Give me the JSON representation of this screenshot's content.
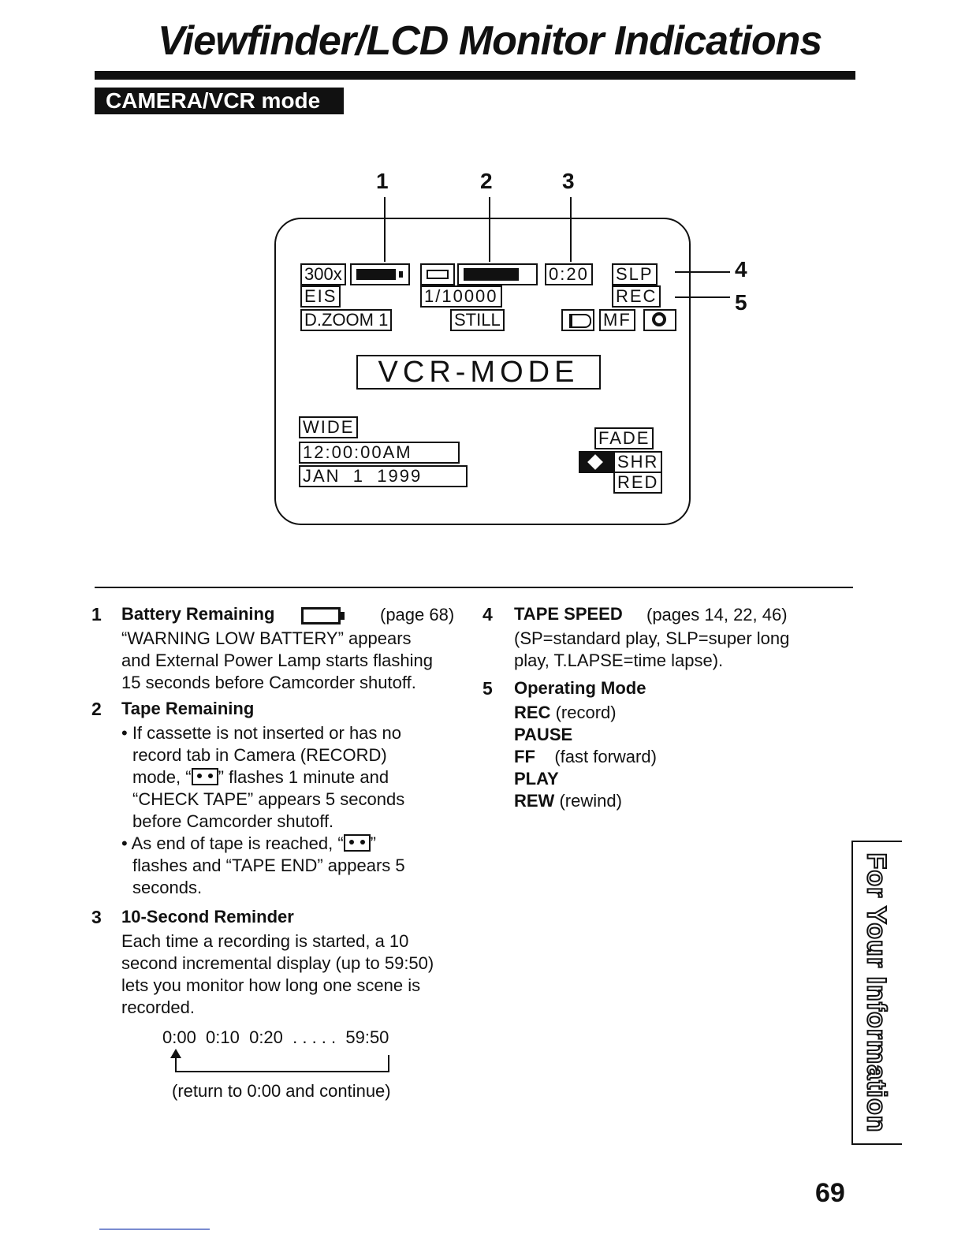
{
  "page": {
    "title": "Viewfinder/LCD Monitor Indications",
    "mode_tag": "CAMERA/VCR mode",
    "page_number": "69",
    "side_tab": "For Your Information"
  },
  "diagram": {
    "callouts": [
      "1",
      "2",
      "3",
      "4",
      "5"
    ],
    "indicators": {
      "zoom": "300x",
      "counter": "0:20",
      "speed": "SLP",
      "eis": "EIS",
      "shutter": "1/10000",
      "rec": "REC",
      "dzoom": "D.ZOOM 1",
      "still": "STILL",
      "mf": "MF",
      "vcr_mode": "VCR-MODE",
      "wide": "WIDE",
      "time": "12:00:00AM",
      "date": "JAN  1  1999",
      "fade": "FADE",
      "shr": "SHR",
      "red": "RED"
    }
  },
  "items": {
    "i1": {
      "num": "1",
      "head": "Battery Remaining",
      "page_ref": "(page 68)",
      "lines": [
        "“WARNING LOW BATTERY” appears",
        "and External Power Lamp starts flashing",
        "15 seconds before Camcorder shutoff."
      ]
    },
    "i2": {
      "num": "2",
      "head": "Tape Remaining",
      "b1": [
        "• If cassette is not inserted or has no",
        "record tab in Camera (RECORD)",
        "mode, “",
        "” flashes 1 minute and",
        "“CHECK TAPE” appears 5 seconds",
        "before Camcorder shutoff."
      ],
      "b2": [
        "• As end of tape is reached, “",
        "”",
        "flashes and “TAPE END” appears 5",
        "seconds."
      ]
    },
    "i3": {
      "num": "3",
      "head": "10-Second Reminder",
      "lines": [
        "Each time a recording is started, a 10",
        "second incremental display (up to 59:50)",
        "lets you monitor how long one scene is",
        "recorded."
      ],
      "sequence": "0:00  0:10  0:20  . . . . .  59:50",
      "return_note": "(return to 0:00 and continue)"
    },
    "i4": {
      "num": "4",
      "head": "TAPE SPEED",
      "ref": "(pages 14, 22, 46)",
      "lines": [
        "(SP=standard play, SLP=super long",
        "play, T.LAPSE=time lapse)."
      ]
    },
    "i5": {
      "num": "5",
      "head": "Operating Mode",
      "modes": [
        {
          "code": "REC",
          "desc": "(record)"
        },
        {
          "code": "PAUSE",
          "desc": ""
        },
        {
          "code": "FF",
          "desc": "(fast forward)"
        },
        {
          "code": "PLAY",
          "desc": ""
        },
        {
          "code": "REW",
          "desc": "(rewind)"
        }
      ]
    }
  }
}
